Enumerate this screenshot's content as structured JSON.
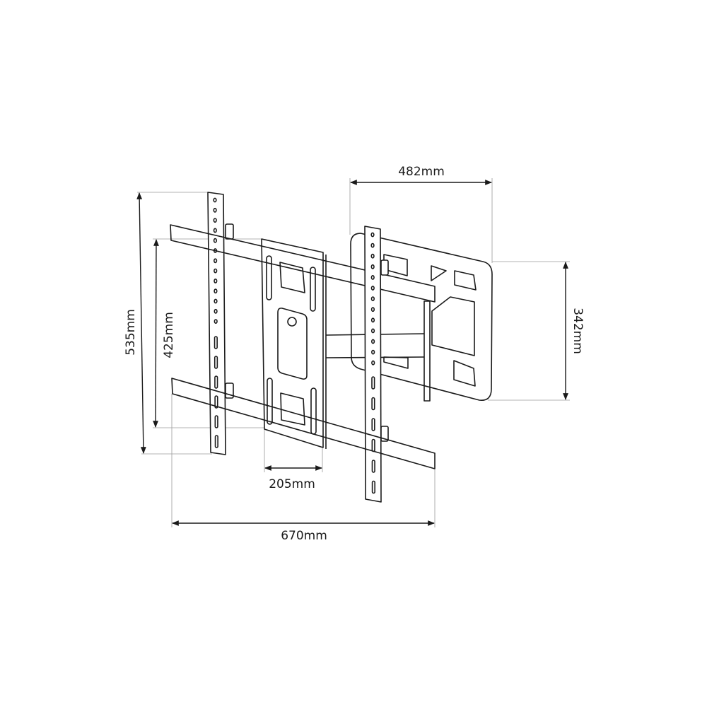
{
  "dimensions": {
    "top_width": "482mm",
    "right_height": "342mm",
    "outer_height": "535mm",
    "inner_height": "425mm",
    "plate_width": "205mm",
    "bottom_width": "670mm"
  },
  "colors": {
    "line": "#1a1a1a",
    "extension_line": "#9a9a9a",
    "background": "#ffffff"
  }
}
